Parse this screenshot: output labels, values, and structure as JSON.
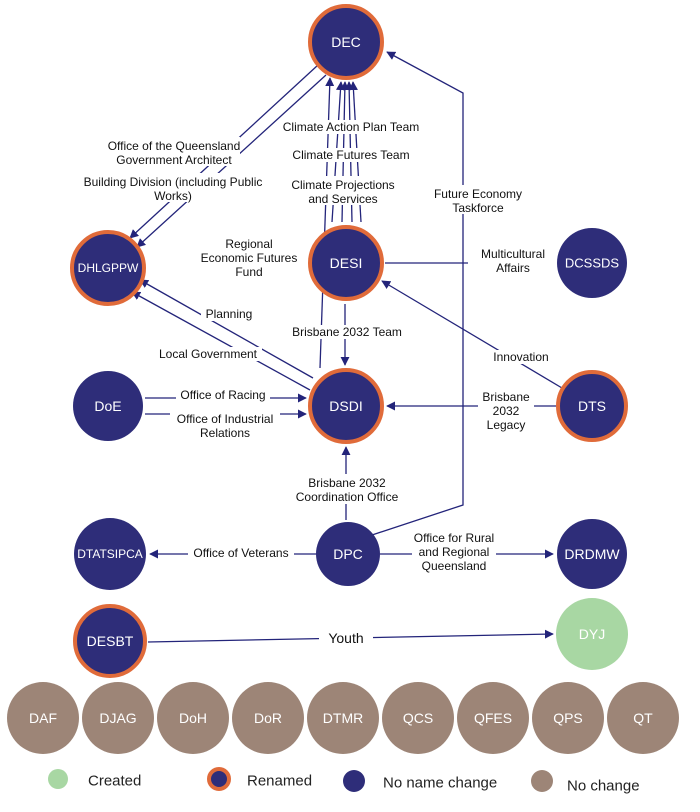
{
  "colors": {
    "navy": "#2e2d79",
    "renamed_border": "#e06b3a",
    "created": "#a8d7a3",
    "nochange": "#9d8577",
    "edge": "#23247a"
  },
  "nodes": {
    "DEC": "DEC",
    "DHLGPPW": "DHLGPPW",
    "DESI": "DESI",
    "DCSSDS": "DCSSDS",
    "DoE": "DoE",
    "DSDI": "DSDI",
    "DTS": "DTS",
    "DTATSIPCA": "DTATSIPCA",
    "DPC": "DPC",
    "DRDMW": "DRDMW",
    "DESBT": "DESBT",
    "DYJ": "DYJ"
  },
  "unchanged": [
    "DAF",
    "DJAG",
    "DoH",
    "DoR",
    "DTMR",
    "QCS",
    "QFES",
    "QPS",
    "QT"
  ],
  "edges": {
    "qga": [
      "Office of the Queensland",
      "Government Architect"
    ],
    "building": [
      "Building Division (including Public",
      "Works)"
    ],
    "capt": "Climate Action Plan Team",
    "cft": "Climate Futures Team",
    "cps": [
      "Climate Projections",
      "and Services"
    ],
    "fet": [
      "Future Economy",
      "Taskforce"
    ],
    "reff": [
      "Regional",
      "Economic Futures",
      "Fund"
    ],
    "multicultural": [
      "Multicultural",
      "Affairs"
    ],
    "planning": "Planning",
    "brisbane_team": "Brisbane 2032 Team",
    "local_gov": "Local Government",
    "innovation": "Innovation",
    "racing": "Office of Racing",
    "industrial": [
      "Office of Industrial",
      "Relations"
    ],
    "legacy": [
      "Brisbane",
      "2032",
      "Legacy"
    ],
    "coordination": [
      "Brisbane 2032",
      "Coordination Office"
    ],
    "veterans": "Office of Veterans",
    "rural": [
      "Office for Rural",
      "and Regional",
      "Queensland"
    ],
    "youth": "Youth"
  },
  "legend": {
    "created": "Created",
    "renamed": "Renamed",
    "no_name_change": "No name change",
    "no_change": "No change"
  }
}
